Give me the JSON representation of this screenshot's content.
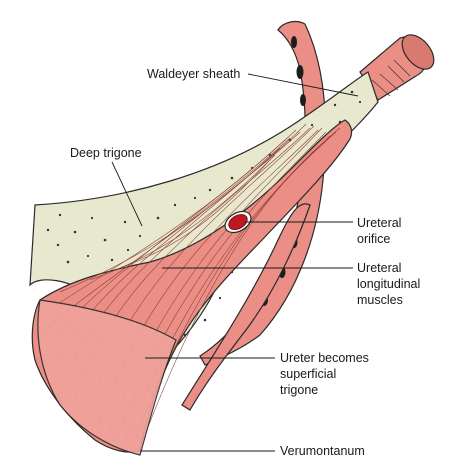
{
  "labels": {
    "waldeyer_sheath": "Waldeyer sheath",
    "deep_trigone": "Deep trigone",
    "ureteral_orifice": [
      "Ureteral",
      "orifice"
    ],
    "ureteral_longitudinal_muscles": [
      "Ureteral",
      "longitudinal",
      "muscles"
    ],
    "ureter_becomes_superficial_trigone": [
      "Ureter becomes",
      "superficial",
      "trigone"
    ],
    "verumontanum": "Verumontanum"
  },
  "colors": {
    "muscle": "#eb8f86",
    "muscle_dark": "#c9655d",
    "sheath": "#e8e8cf",
    "orifice": "#c0181e",
    "outline": "#2a2a2a",
    "speckle": "#333333",
    "label_text": "#1a1a1a"
  }
}
